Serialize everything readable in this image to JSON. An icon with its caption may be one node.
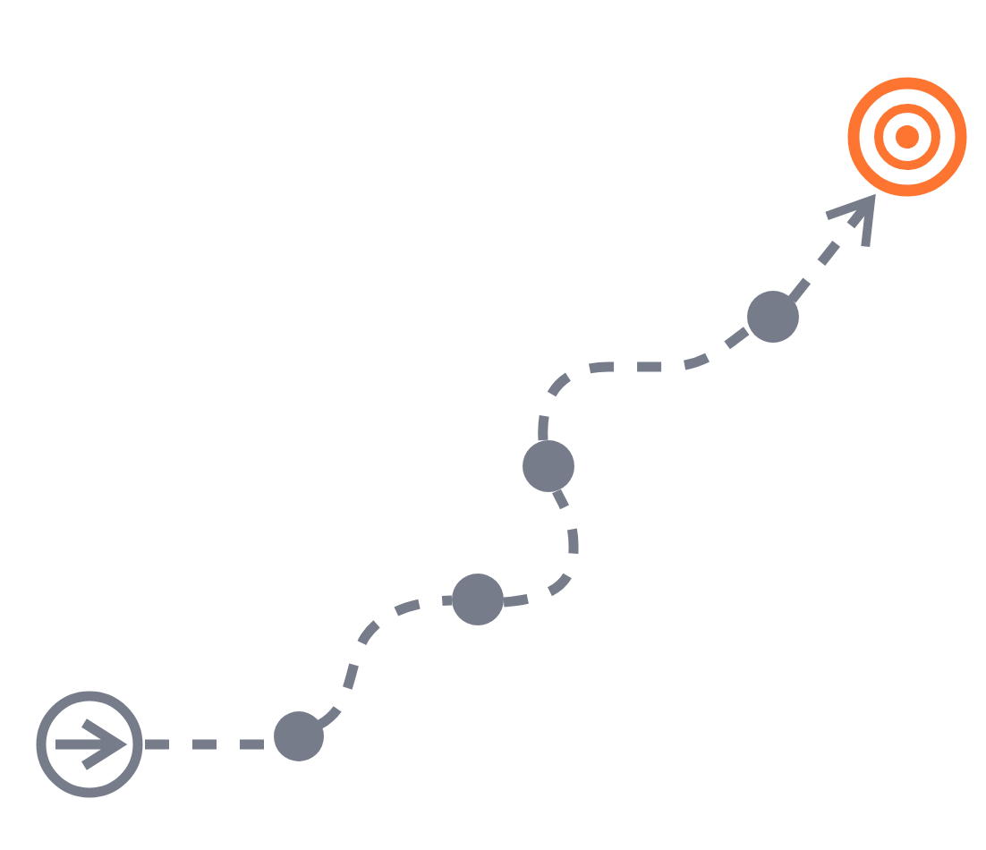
{
  "diagram": {
    "nodes": [
      {
        "text": [],
        "shape": "circle"
      },
      {
        "text": [],
        "shape": "circle"
      },
      {
        "text": [],
        "shape": "circle"
      },
      {
        "text": [],
        "shape": "circle"
      },
      {
        "text": [],
        "shape": "circle"
      },
      {
        "text": [],
        "shape": "circle"
      }
    ],
    "edges": [
      {
        "from": 0,
        "to": 1,
        "arrow": "none",
        "style": "dashed"
      },
      {
        "from": 1,
        "to": 2,
        "arrow": "none",
        "style": "dashed"
      },
      {
        "from": 2,
        "to": 3,
        "arrow": "none",
        "style": "dashed"
      },
      {
        "from": 3,
        "to": 4,
        "arrow": "none",
        "style": "dashed"
      },
      {
        "from": 4,
        "to": 5,
        "arrow": "to",
        "style": "dashed"
      }
    ]
  }
}
